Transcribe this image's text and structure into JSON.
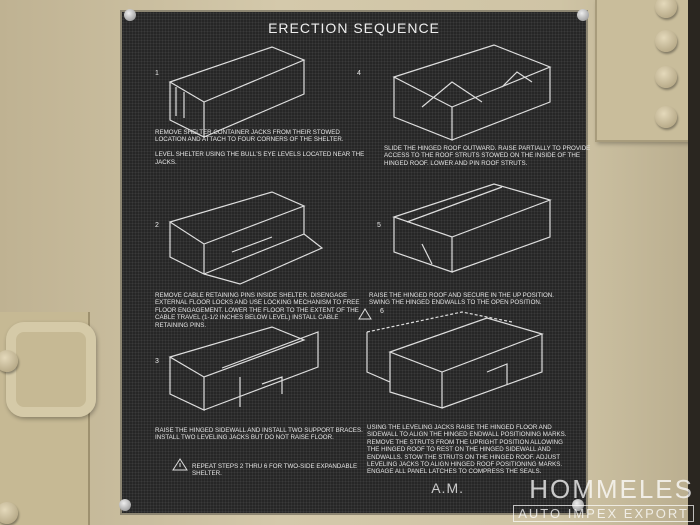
{
  "plate": {
    "title": "ERECTION SEQUENCE",
    "steps": [
      {
        "number": "1",
        "text": "Remove shelter container jacks from their stowed location and attach to four corners of the shelter.\n\nLevel shelter using the bull's eye levels located near the jacks."
      },
      {
        "number": "2",
        "text": "Remove cable retaining pins inside shelter. Disengage external floor locks and use locking mechanism to free floor engagement. Lower the floor to the extent of the cable travel (1-1/2 inches below level) install cable retaining pins."
      },
      {
        "number": "3",
        "text": "Raise the hinged sidewall and install two support braces. Install two leveling jacks but do not raise floor."
      },
      {
        "number": "4",
        "text": "Slide the hinged roof outward. Raise partially to provide access to the roof struts stowed on the inside of the hinged roof. Lower and pin roof struts."
      },
      {
        "number": "5",
        "text": "Raise the hinged roof and secure in the up position. Swing the hinged endwalls to the open position."
      },
      {
        "number": "6",
        "text": "Using the leveling jacks raise the hinged floor and sidewall to align the hinged endwall positioning marks. Remove the struts from the upright position allowing the hinged roof to rest on the hinged sidewall and endwalls. Stow the struts on the hinged roof. Adjust leveling jacks to align hinged roof positioning marks. Engage all panel latches to compress the seals."
      }
    ],
    "warning": "Repeat steps 2 thru 6 for two-side expandable shelter.",
    "warning_icon": "warning-triangle-icon"
  },
  "watermark": {
    "line1": "A.M.",
    "line2": "HOMMELES",
    "line3": "AUTO IMPEX EXPORT"
  },
  "colors": {
    "plate": "#262626",
    "wall": "#cbbf9f",
    "text": "#e6e6e6"
  }
}
